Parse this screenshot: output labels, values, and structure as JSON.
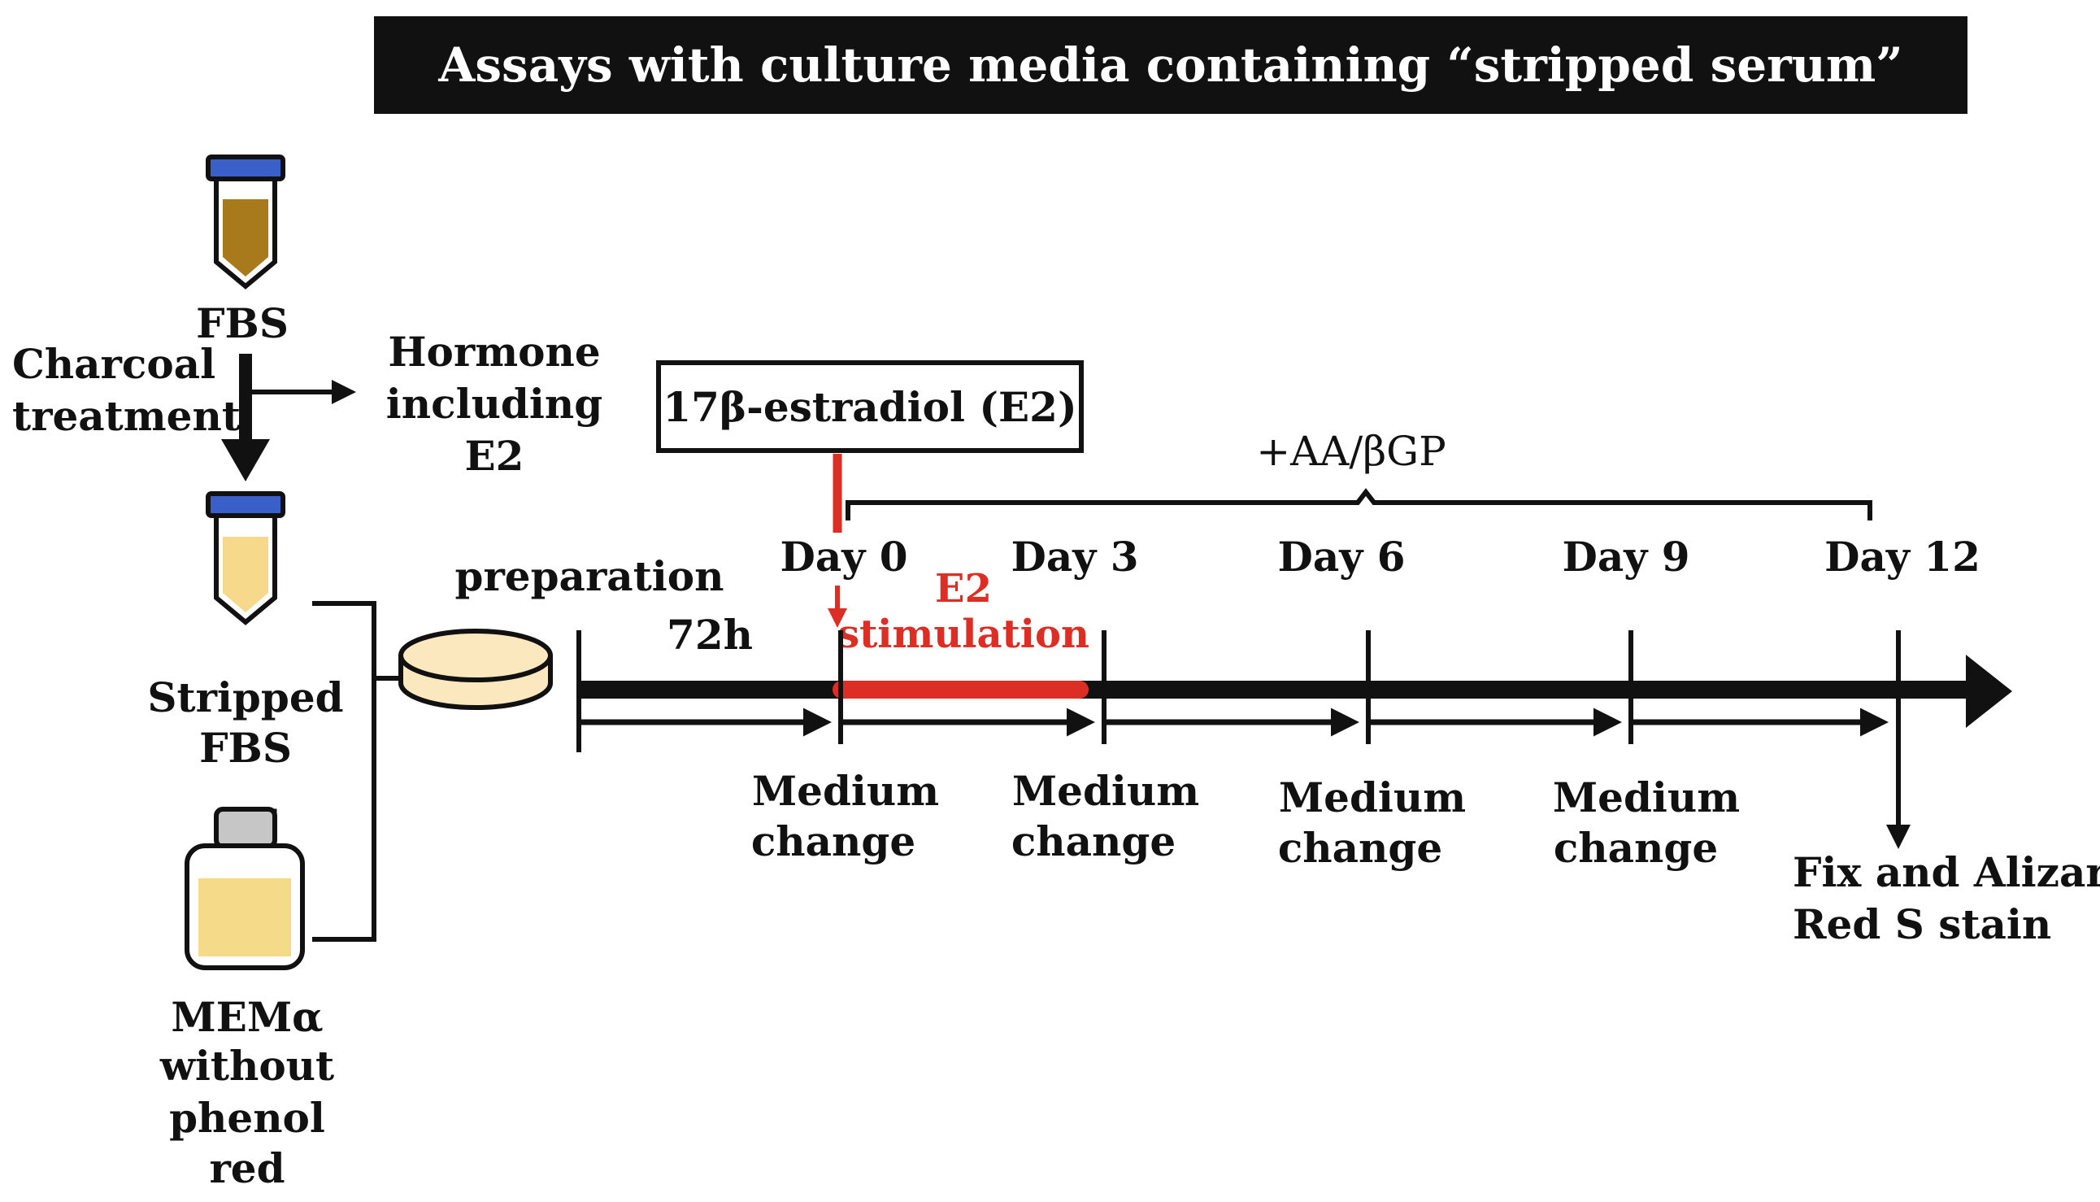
{
  "title": "Assays with culture media containing “stripped serum”",
  "left": {
    "fbs": "FBS",
    "charcoal": [
      "Charcoal",
      "treatment"
    ],
    "hormone": [
      "Hormone",
      "including",
      "E2"
    ],
    "stripped": [
      "Stripped",
      "FBS"
    ],
    "mema": [
      "MEMα",
      "without",
      "phenol",
      "red"
    ]
  },
  "timeline": {
    "preparation": "preparation",
    "h72": "72h",
    "estradiol_box": "17β-estradiol (E2)",
    "aa_bgp": "+AA/βGP",
    "e2_stim": [
      "E2",
      "stimulation"
    ],
    "days": [
      "Day 0",
      "Day 3",
      "Day 6",
      "Day 9",
      "Day 12"
    ],
    "medium_change": [
      [
        "Medium",
        "change"
      ],
      [
        "Medium",
        "change"
      ],
      [
        "Medium",
        "change"
      ],
      [
        "Medium",
        "change"
      ]
    ],
    "fix": [
      "Fix and Alizarin",
      "Red S stain"
    ]
  },
  "colors": {
    "black": "#111111",
    "red": "#dd2e25",
    "tube_cap": "#3a5fc8",
    "fbs_liquid": "#a87a1c",
    "stripped_liquid": "#f6d98a",
    "bottle_liquid": "#f5da8a",
    "bottle_cap": "#c6c6c6",
    "dish_fill": "#fbe8be"
  },
  "icons": [
    "fbs-tube-icon",
    "stripped-fbs-tube-icon",
    "culture-dish-icon",
    "medium-bottle-icon"
  ]
}
